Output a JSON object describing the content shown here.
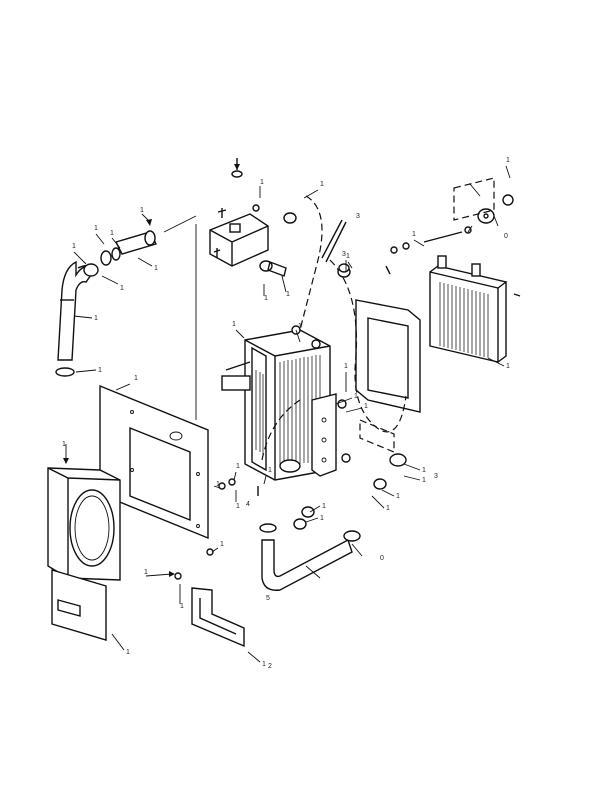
{
  "figure": {
    "callouts": [
      "1",
      "1",
      "1",
      "1",
      "1",
      "1",
      "1",
      "1",
      "1",
      "1",
      "1",
      "1",
      "1",
      "1",
      "1",
      "1",
      "1",
      "1",
      "1",
      "1",
      "1",
      "1",
      "1",
      "1",
      "1",
      "1",
      "1",
      "1",
      "1",
      "1",
      "1",
      "1",
      "1",
      "1",
      "1",
      "1",
      "1",
      "1",
      "0",
      "0",
      "2",
      "3",
      "3",
      "3",
      "4",
      "5"
    ]
  },
  "icons": [
    "radiator-icon",
    "fan-shroud-icon",
    "hose-icon",
    "clamp-icon",
    "expansion-tank-icon",
    "oil-cooler-icon",
    "bracket-icon",
    "baffle-plate-icon",
    "bolt-icon",
    "washer-icon",
    "fitting-icon"
  ]
}
